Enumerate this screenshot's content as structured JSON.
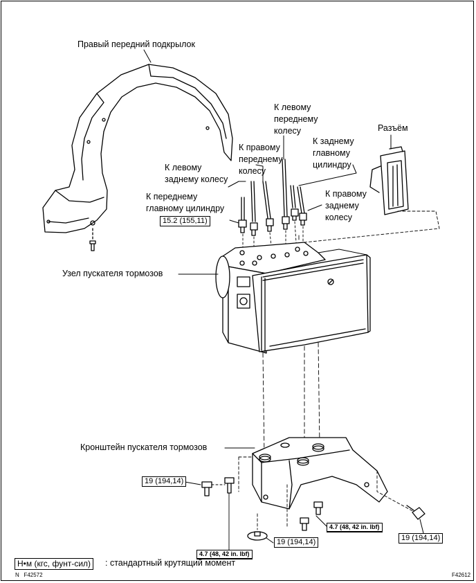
{
  "labels": {
    "fender_liner": "Правый передний подкрылок",
    "to_left_front": [
      "К левому",
      "переднему",
      "колесу"
    ],
    "to_right_front": [
      "К правому",
      "переднему",
      "колесу"
    ],
    "to_rear_master": [
      "К заднему",
      "главному",
      "цилиндру"
    ],
    "connector": "Разъём",
    "to_left_rear": [
      "К левому",
      "заднему колесу"
    ],
    "to_front_master": [
      "К переднему",
      "главному цилиндру"
    ],
    "to_right_rear": [
      "К правому",
      "заднему",
      "колесу"
    ],
    "actuator": "Узел пускателя тормозов",
    "bracket": "Кронштейн пускателя тормозов"
  },
  "torques": {
    "brake_lines": "15.2 (155,11)",
    "bolt_left": "19 (194,14)",
    "bolt_right": "19 (194,14)",
    "bolt_center": "19 (194,14)",
    "nut_center": "4.7 (48, 42 in. lbf)",
    "nut_left": "4.7 (48, 42 in. lbf)"
  },
  "legend": {
    "unit_box": "Н•м (кгс, фунт-сил)",
    "text": ": стандартный крутящий момент"
  },
  "figure_ids": {
    "footer_left": "N   F42572",
    "footer_right": "F42612"
  }
}
